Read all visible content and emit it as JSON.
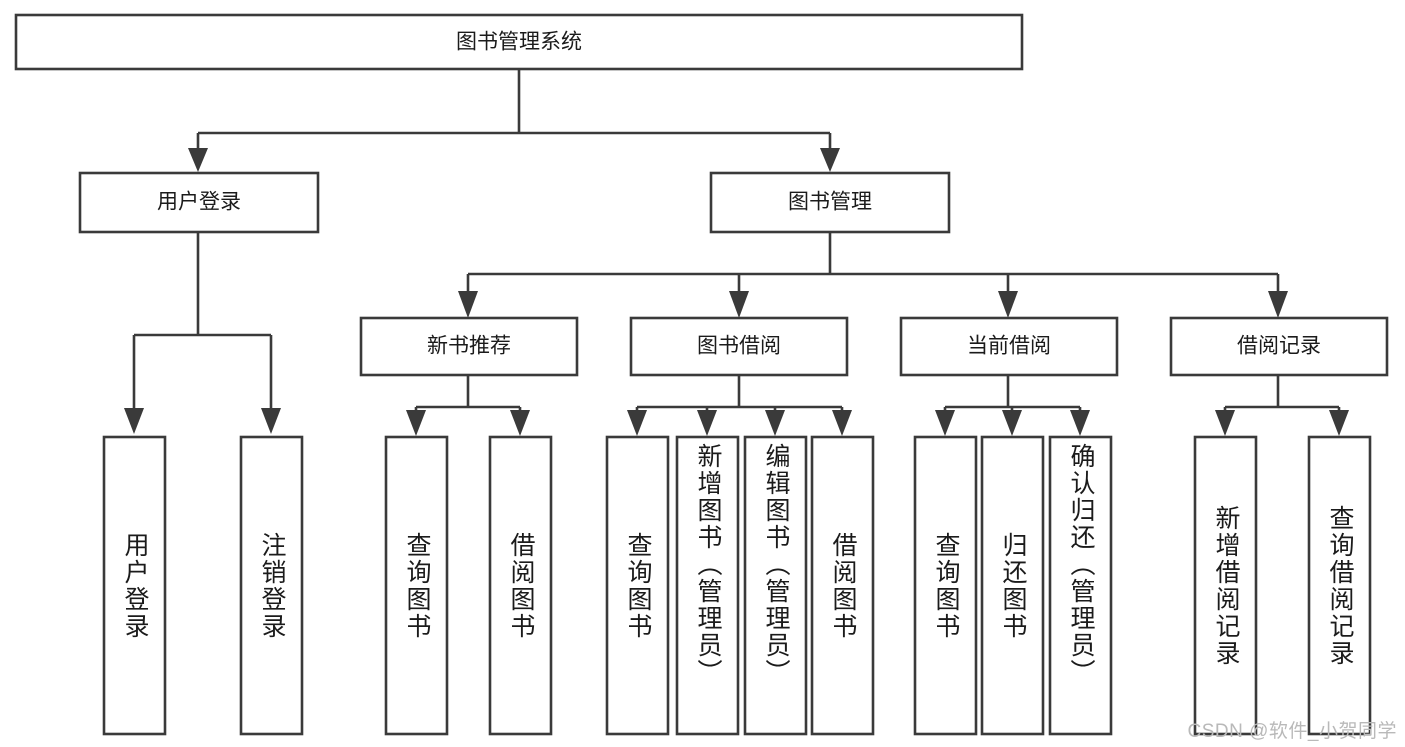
{
  "diagram": {
    "type": "tree-hierarchy",
    "root": {
      "label": "图书管理系统",
      "orientation": "horizontal"
    },
    "level2": [
      {
        "label": "用户登录",
        "orientation": "horizontal"
      },
      {
        "label": "图书管理",
        "orientation": "horizontal"
      }
    ],
    "level3": [
      {
        "label": "新书推荐",
        "orientation": "horizontal"
      },
      {
        "label": "图书借阅",
        "orientation": "horizontal"
      },
      {
        "label": "当前借阅",
        "orientation": "horizontal"
      },
      {
        "label": "借阅记录",
        "orientation": "horizontal"
      }
    ],
    "leaves": {
      "user_login": [
        {
          "label": "用户登录",
          "orientation": "vertical"
        },
        {
          "label": "注销登录",
          "orientation": "vertical"
        }
      ],
      "new_book_recommend": [
        {
          "label": "查询图书",
          "orientation": "vertical"
        },
        {
          "label": "借阅图书",
          "orientation": "vertical"
        }
      ],
      "book_borrow": [
        {
          "label": "查询图书",
          "orientation": "vertical"
        },
        {
          "label": "新增图书（管理员）",
          "orientation": "vertical"
        },
        {
          "label": "编辑图书（管理员）",
          "orientation": "vertical"
        },
        {
          "label": "借阅图书",
          "orientation": "vertical"
        }
      ],
      "current_borrow": [
        {
          "label": "查询图书",
          "orientation": "vertical"
        },
        {
          "label": "归还图书",
          "orientation": "vertical"
        },
        {
          "label": "确认归还（管理员）",
          "orientation": "vertical"
        }
      ],
      "borrow_record": [
        {
          "label": "新增借阅记录",
          "orientation": "vertical"
        },
        {
          "label": "查询借阅记录",
          "orientation": "vertical"
        }
      ]
    }
  },
  "watermark": {
    "text": "CSDN @软件_小贺同学"
  },
  "colors": {
    "background": "#ffffff",
    "box_fill": "#ffffff",
    "box_stroke": "#3a3a3a",
    "text": "#1b1b1b",
    "watermark": "#b9b9b9"
  }
}
